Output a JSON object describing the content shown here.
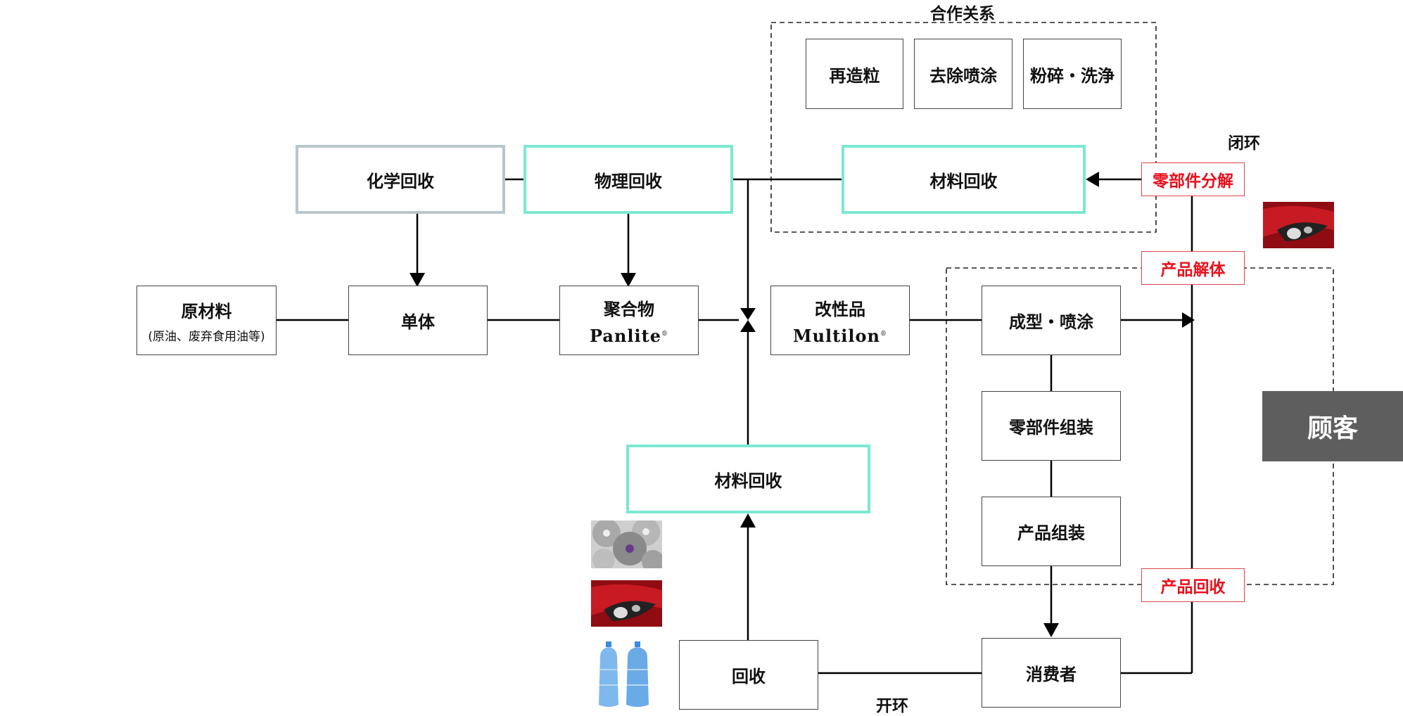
{
  "groups": {
    "partnership": "合作关系"
  },
  "boxes": {
    "raw_material": {
      "title": "原材料",
      "subtitle": "(原油、废弃食用油等)"
    },
    "monomer": "单体",
    "polymer": {
      "title": "聚合物",
      "logo": "Panlite"
    },
    "compound": {
      "title": "改性品",
      "logo": "Multilon"
    },
    "chemical_recycle": "化学回收",
    "physical_recycle": "物理回收",
    "material_recycle_top": "材料回收",
    "material_recycle_bottom": "材料回收",
    "repelletize": "再造粒",
    "paint_removal": "去除喷涂",
    "crush_wash": "粉碎・洗浄",
    "molding_painting": "成型・喷涂",
    "parts_assembly": "零部件组装",
    "product_assembly": "产品组装",
    "consumer": "消费者",
    "collection": "回收",
    "customer": "顾客"
  },
  "red_labels": {
    "parts_disassembly": "零部件分解",
    "product_dismantle": "产品解体",
    "product_collection": "产品回收"
  },
  "loop_labels": {
    "closed": "闭环",
    "open": "开环"
  },
  "images": [
    "disc-images",
    "car-headlight-image",
    "water-bottle-image"
  ]
}
